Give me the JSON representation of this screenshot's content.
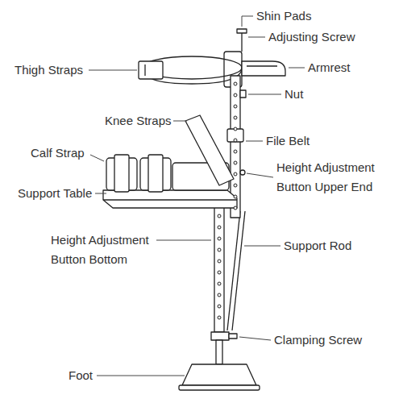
{
  "diagram": {
    "labels": [
      "Shin Pads",
      "Adjusting Screw",
      "Thigh Straps",
      "Armrest",
      "Nut",
      "Knee Straps",
      "File Belt",
      "Calf Strap",
      "Height Adjustment Button Upper End",
      "Support Table",
      "Height Adjustment Button Bottom",
      "Support Rod",
      "Clamping Screw",
      "Foot"
    ]
  }
}
